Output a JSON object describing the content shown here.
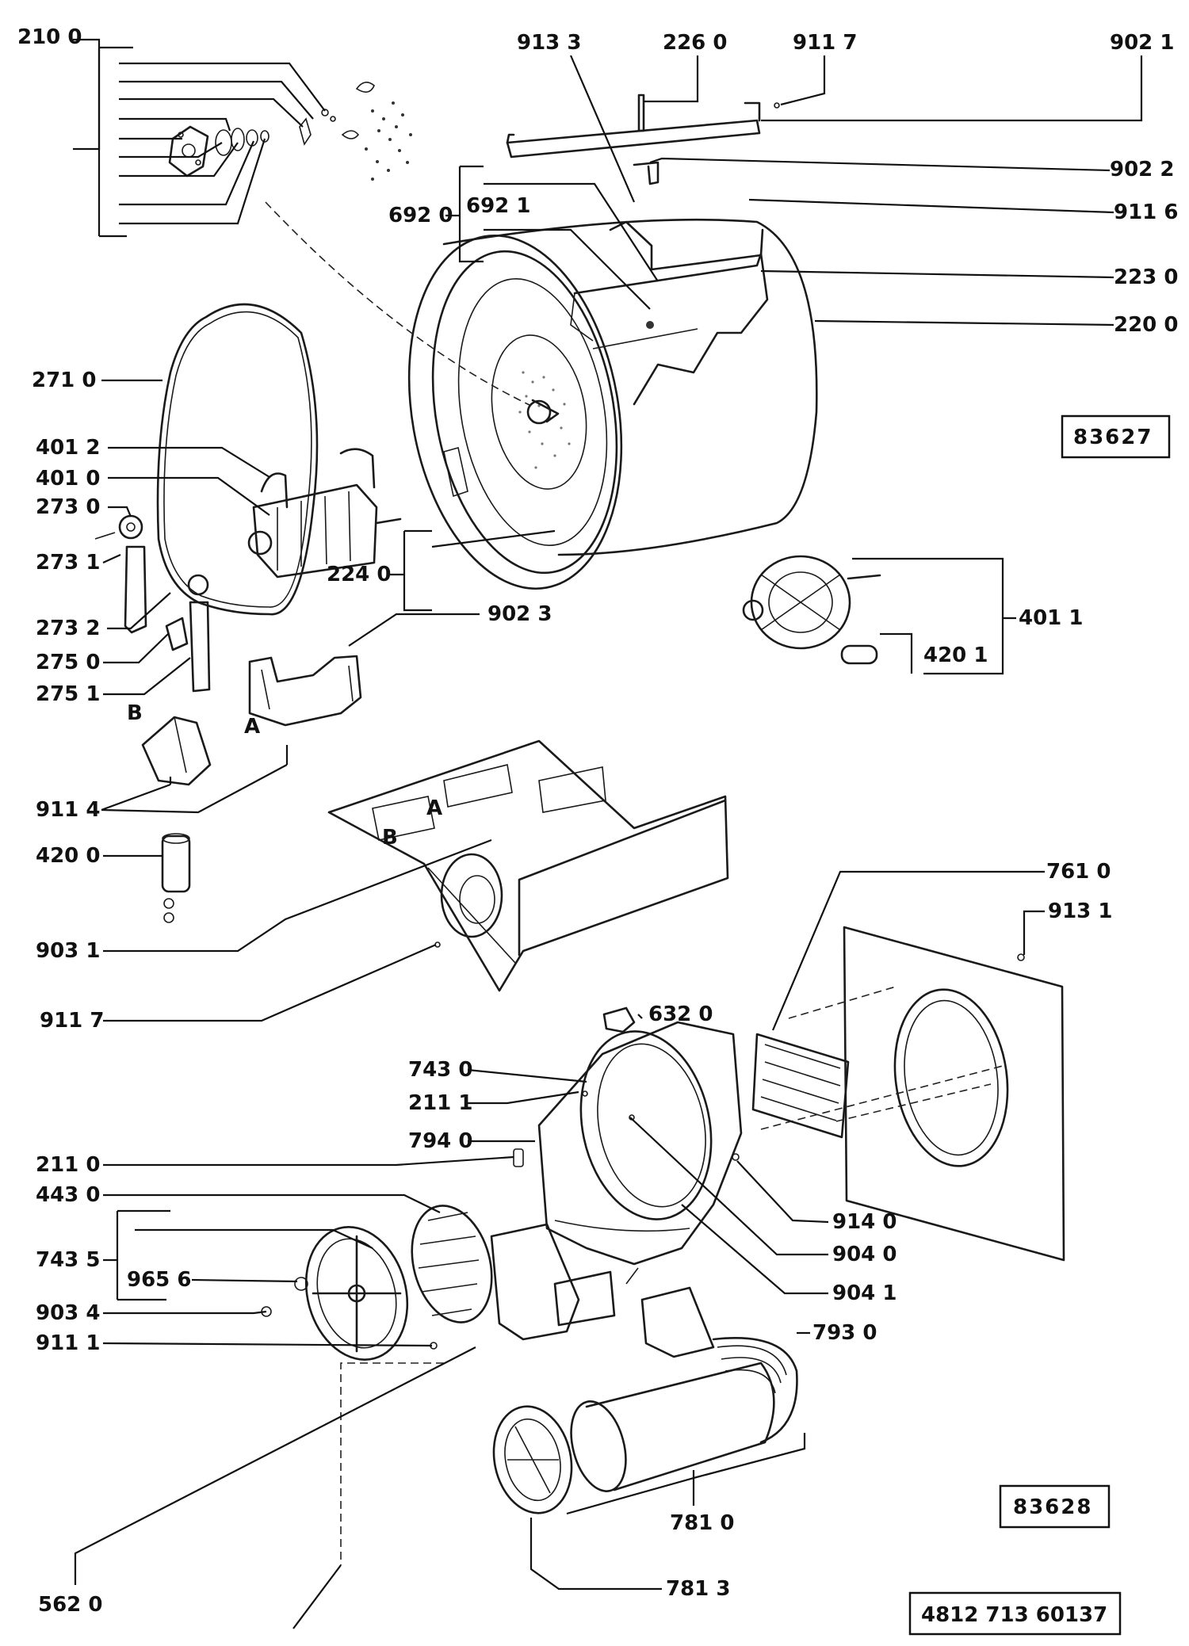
{
  "part_labels": [
    {
      "id": "l-2100",
      "text": "210 0"
    },
    {
      "id": "l-9133",
      "text": "913 3"
    },
    {
      "id": "l-2260",
      "text": "226 0"
    },
    {
      "id": "l-9117a",
      "text": "911 7"
    },
    {
      "id": "l-9021",
      "text": "902 1"
    },
    {
      "id": "l-9022",
      "text": "902 2"
    },
    {
      "id": "l-6920",
      "text": "692 0"
    },
    {
      "id": "l-6921",
      "text": "692 1"
    },
    {
      "id": "l-9116",
      "text": "911 6"
    },
    {
      "id": "l-2230",
      "text": "223 0"
    },
    {
      "id": "l-2200",
      "text": "220 0"
    },
    {
      "id": "l-2710",
      "text": "271 0"
    },
    {
      "id": "l-4012",
      "text": "401 2"
    },
    {
      "id": "l-4010",
      "text": "401 0"
    },
    {
      "id": "l-2730",
      "text": "273 0"
    },
    {
      "id": "l-2731",
      "text": "273 1"
    },
    {
      "id": "l-2240",
      "text": "224 0"
    },
    {
      "id": "l-2732",
      "text": "273 2"
    },
    {
      "id": "l-9023",
      "text": "902 3"
    },
    {
      "id": "l-4011",
      "text": "401 1"
    },
    {
      "id": "l-2750",
      "text": "275 0"
    },
    {
      "id": "l-4201",
      "text": "420 1"
    },
    {
      "id": "l-2751",
      "text": "275 1"
    },
    {
      "id": "l-9114",
      "text": "911 4"
    },
    {
      "id": "l-4200",
      "text": "420 0"
    },
    {
      "id": "l-7610",
      "text": "761 0"
    },
    {
      "id": "l-9131",
      "text": "913 1"
    },
    {
      "id": "l-9031",
      "text": "903 1"
    },
    {
      "id": "l-9117b",
      "text": "911 7"
    },
    {
      "id": "l-6320",
      "text": "632 0"
    },
    {
      "id": "l-7430",
      "text": "743 0"
    },
    {
      "id": "l-2111",
      "text": "211 1"
    },
    {
      "id": "l-7940",
      "text": "794 0"
    },
    {
      "id": "l-2110",
      "text": "211 0"
    },
    {
      "id": "l-9140",
      "text": "914 0"
    },
    {
      "id": "l-4430",
      "text": "443 0"
    },
    {
      "id": "l-9040",
      "text": "904 0"
    },
    {
      "id": "l-7435",
      "text": "743 5"
    },
    {
      "id": "l-9656",
      "text": "965 6"
    },
    {
      "id": "l-9041",
      "text": "904 1"
    },
    {
      "id": "l-9034",
      "text": "903 4"
    },
    {
      "id": "l-7930",
      "text": "793 0"
    },
    {
      "id": "l-9111",
      "text": "911 1"
    },
    {
      "id": "l-7810",
      "text": "781 0"
    },
    {
      "id": "l-7813",
      "text": "781 3"
    },
    {
      "id": "l-5620",
      "text": "562 0"
    }
  ],
  "assembly_letters": {
    "a": "A",
    "b": "B"
  },
  "boxes": {
    "ref_top": "83627",
    "ref_bottom": "83628",
    "doc_number": "4812 713 60137"
  }
}
